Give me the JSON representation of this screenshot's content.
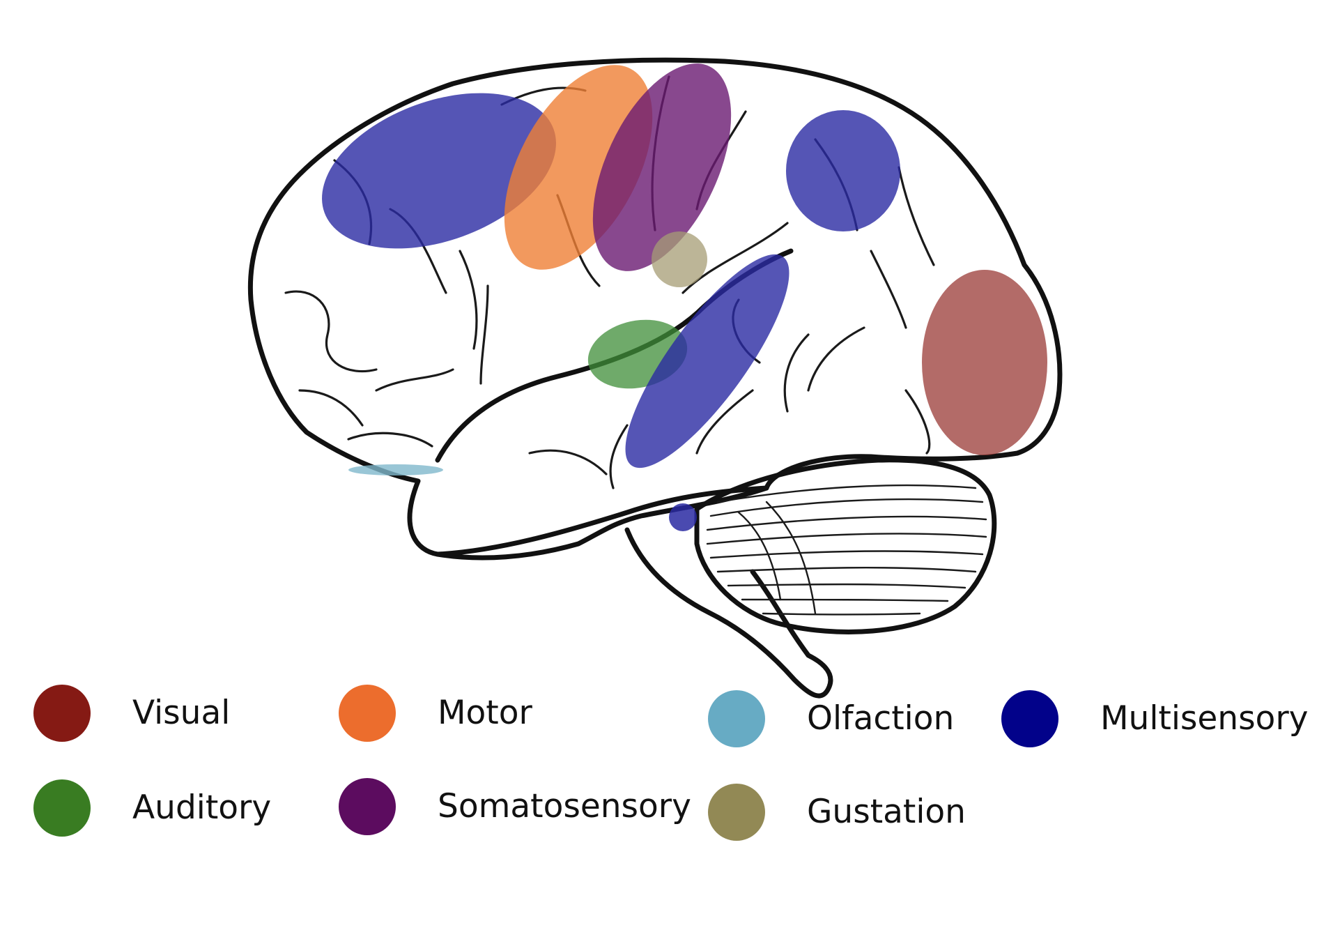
{
  "colors": {
    "visual": "#851a14",
    "motor": "#ec6d2d",
    "olfaction": "#67abc4",
    "multisensory": "#02028a",
    "auditory": "#397c22",
    "somatosensory": "#5c0c5f",
    "gustation": "#928955",
    "overlay_multisensory": "#2a2aa2",
    "overlay_motor": "#ef7f36",
    "overlay_somatosensory": "#6a1a72",
    "overlay_visual": "#9a3a36",
    "overlay_auditory": "#3f8d38",
    "overlay_gustation": "#a59c74",
    "overlay_olfaction": "#7fb8cc"
  },
  "legend": {
    "visual": "Visual",
    "motor": "Motor",
    "olfaction": "Olfaction",
    "multisensory": "Multisensory",
    "auditory": "Auditory",
    "somatosensory": "Somatosensory",
    "gustation": "Gustation"
  }
}
